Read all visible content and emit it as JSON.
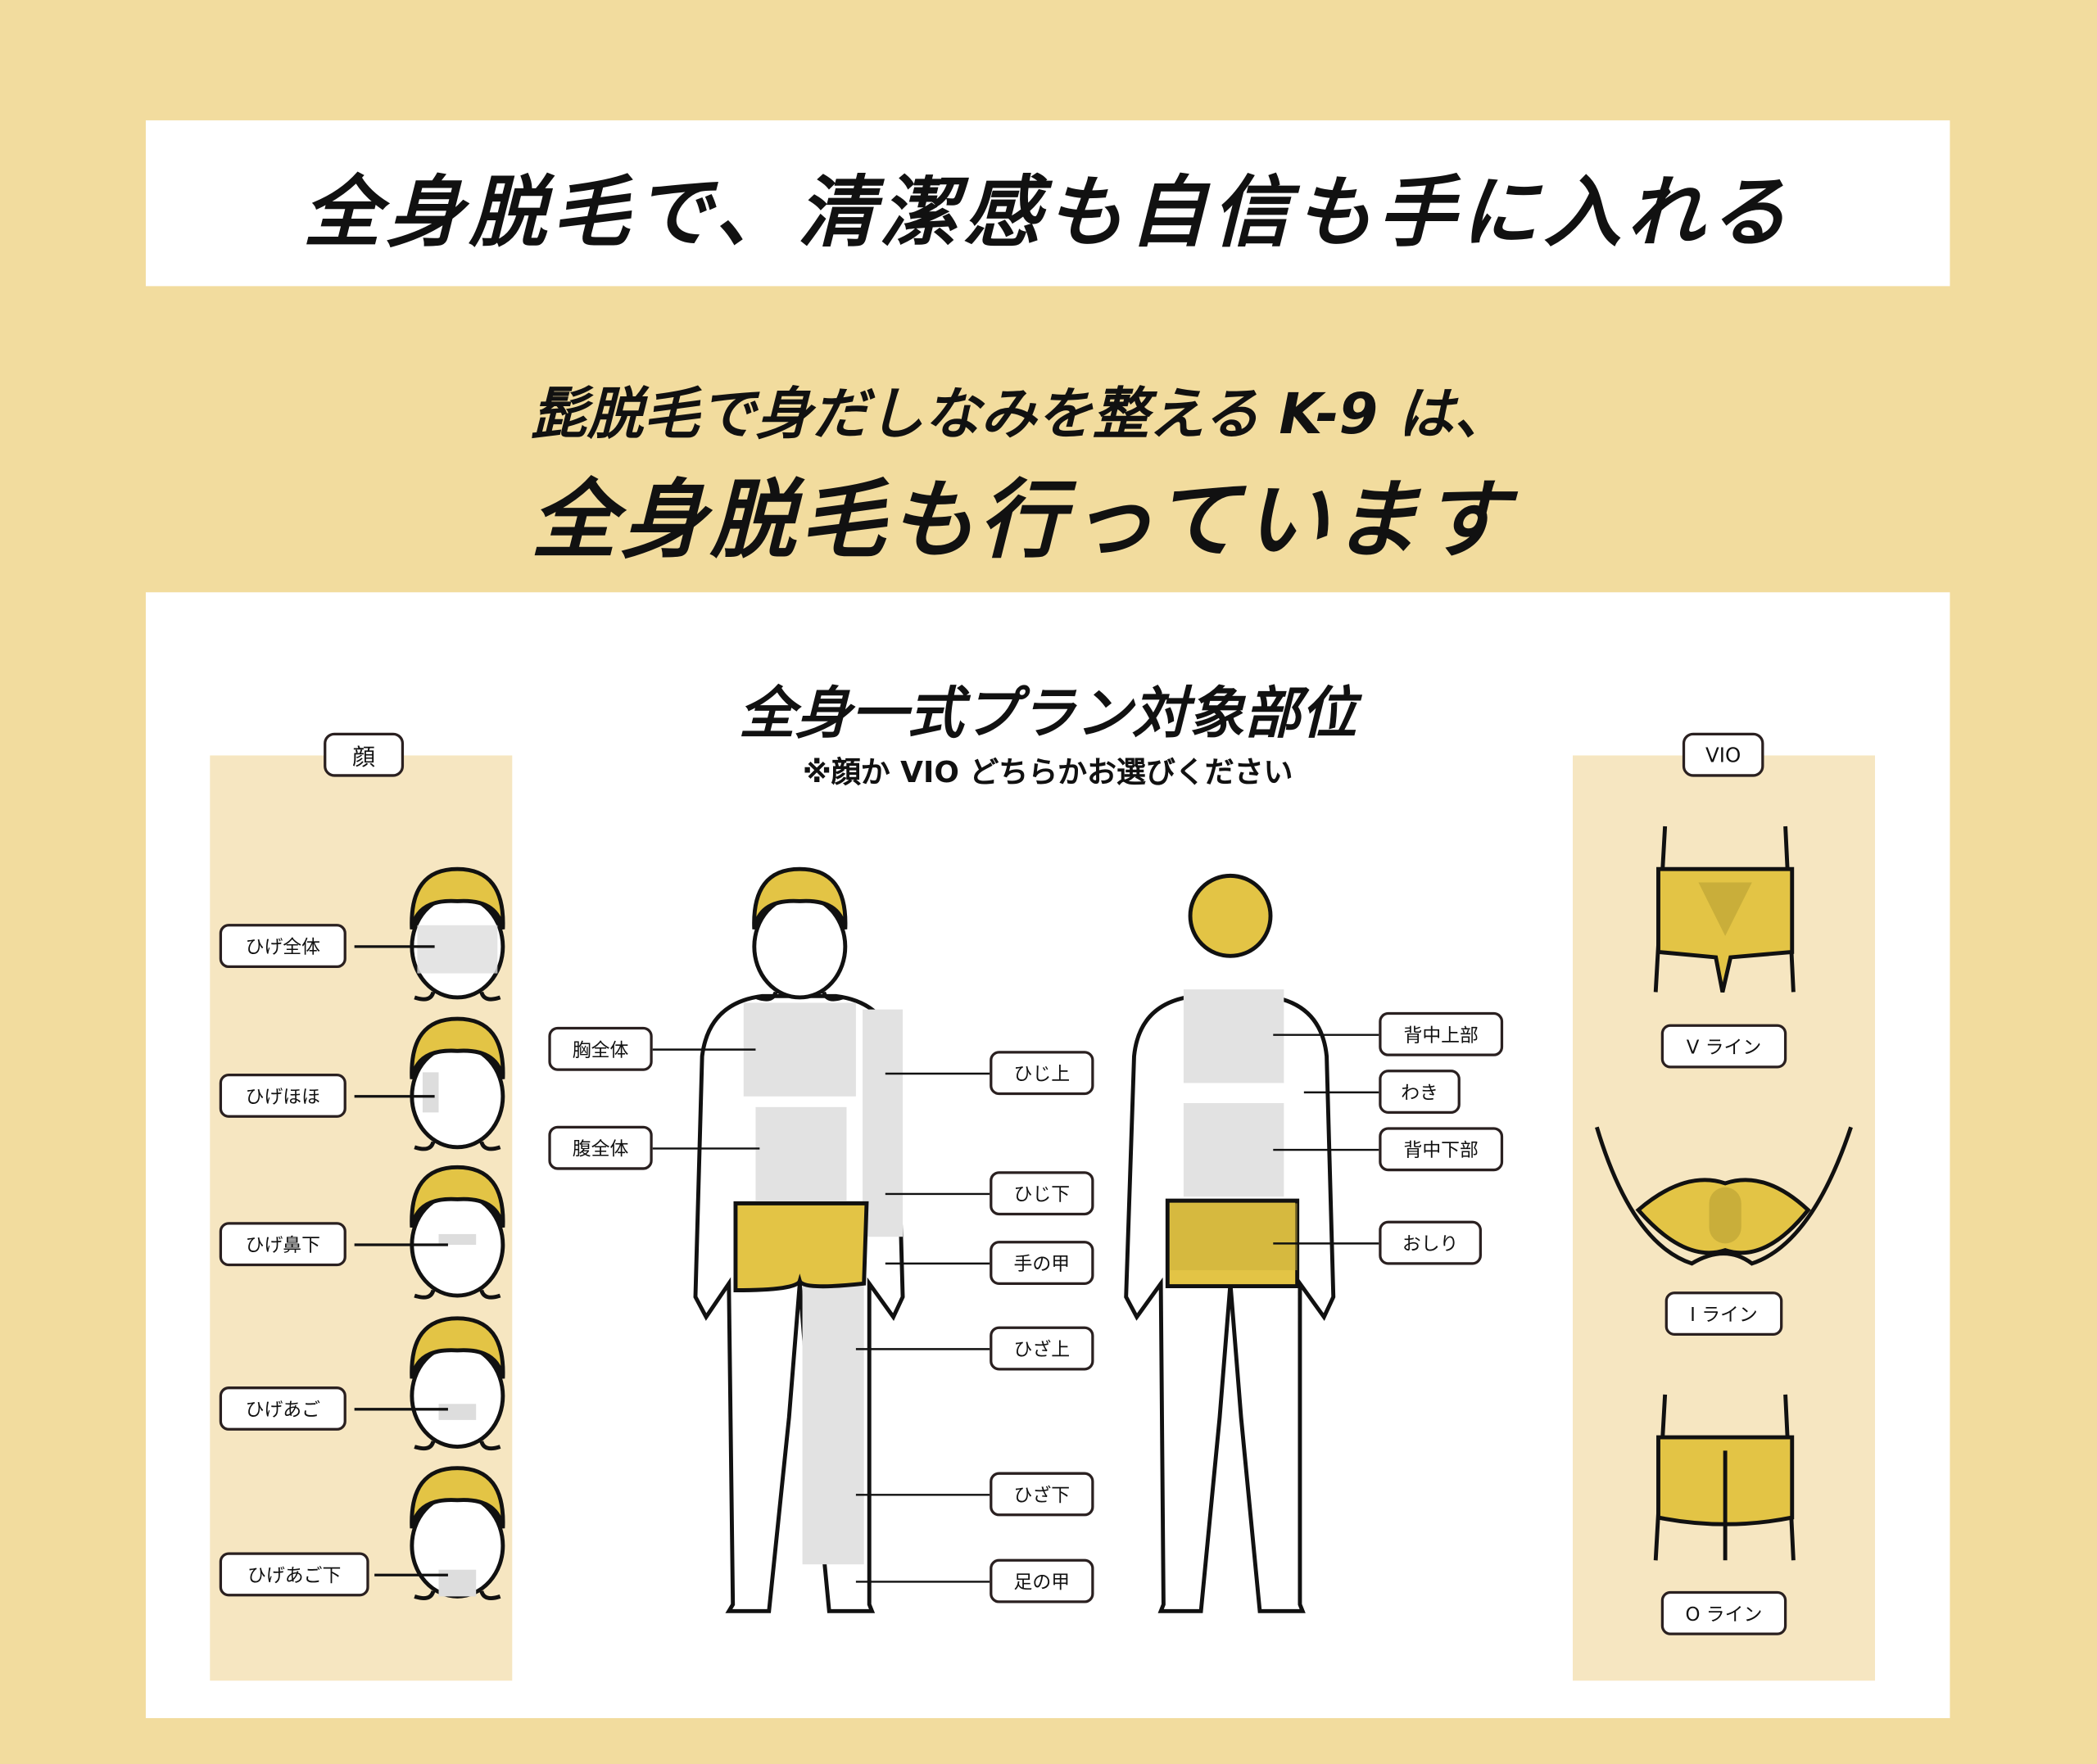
{
  "headline": "全身脱毛で、清潔感も自信も手に入れる",
  "intro": {
    "line1": "髭脱毛で身だしなみを整える K-9 は、",
    "line2": "全身脱毛も行っています"
  },
  "plan": {
    "title": "全身一式プラン対象部位",
    "note": "※顔か VIO どちらかお選びください"
  },
  "face": {
    "badge": "顔",
    "labels": [
      "ひげ全体",
      "ひげほほ",
      "ひげ鼻下",
      "ひげあご",
      "ひげあご下"
    ]
  },
  "front": {
    "labels_left": [
      "胸全体",
      "腹全体"
    ],
    "labels_right": [
      "ひじ上",
      "ひじ下",
      "手の甲",
      "ひざ上",
      "ひざ下",
      "足の甲"
    ]
  },
  "back": {
    "labels": [
      "背中上部",
      "わき",
      "背中下部",
      "おしり"
    ]
  },
  "vio": {
    "badge": "VIO",
    "labels": [
      "V ライン",
      "I ライン",
      "O ライン"
    ]
  },
  "colors": {
    "background": "#f2dc9e",
    "column": "#f6e6c1",
    "accent": "#e3c445",
    "highlight": "#e2e2e2"
  }
}
